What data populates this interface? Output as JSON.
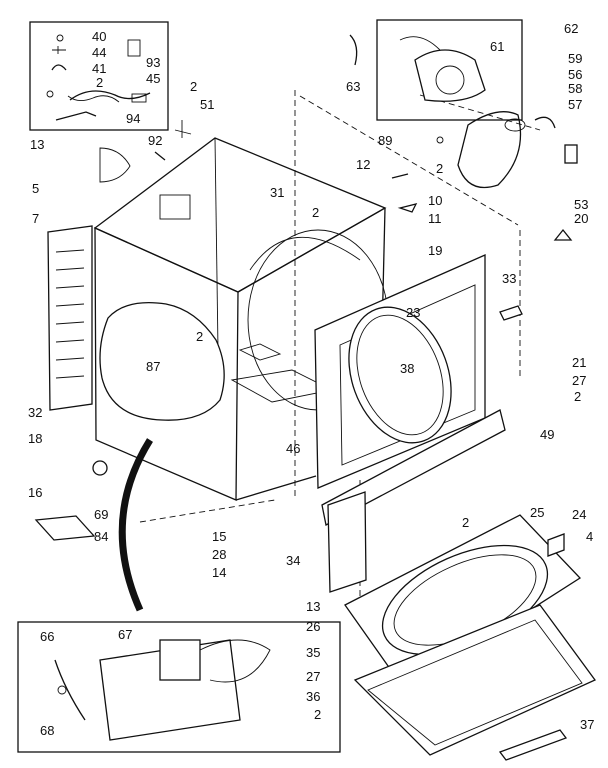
{
  "labels": {
    "l40": "40",
    "l44": "44",
    "l41": "41",
    "l2a": "2",
    "l45": "45",
    "l93": "93",
    "l94": "94",
    "l2b": "2",
    "l51": "51",
    "l92": "92",
    "l13a": "13",
    "l5": "5",
    "l7": "7",
    "l31": "31",
    "l12": "12",
    "l2c": "2",
    "l89": "89",
    "l2d": "2",
    "l10": "10",
    "l11": "11",
    "l19": "19",
    "l62": "62",
    "l61": "61",
    "l63": "63",
    "l59": "59",
    "l56": "56",
    "l58": "58",
    "l57": "57",
    "l53": "53",
    "l20": "20",
    "l33": "33",
    "l23": "23",
    "l21": "21",
    "l27a": "27",
    "l2e": "2",
    "l38": "38",
    "l2f": "2",
    "l87": "87",
    "l32": "32",
    "l18": "18",
    "l46": "46",
    "l49": "49",
    "l16": "16",
    "l69": "69",
    "l84": "84",
    "l15": "15",
    "l28": "28",
    "l14": "14",
    "l34": "34",
    "l2g": "2",
    "l25": "25",
    "l24": "24",
    "l4": "4",
    "l13b": "13",
    "l26": "26",
    "l35": "35",
    "l27b": "27",
    "l36": "36",
    "l2h": "2",
    "l37": "37",
    "l66": "66",
    "l67": "67",
    "l68": "68"
  }
}
